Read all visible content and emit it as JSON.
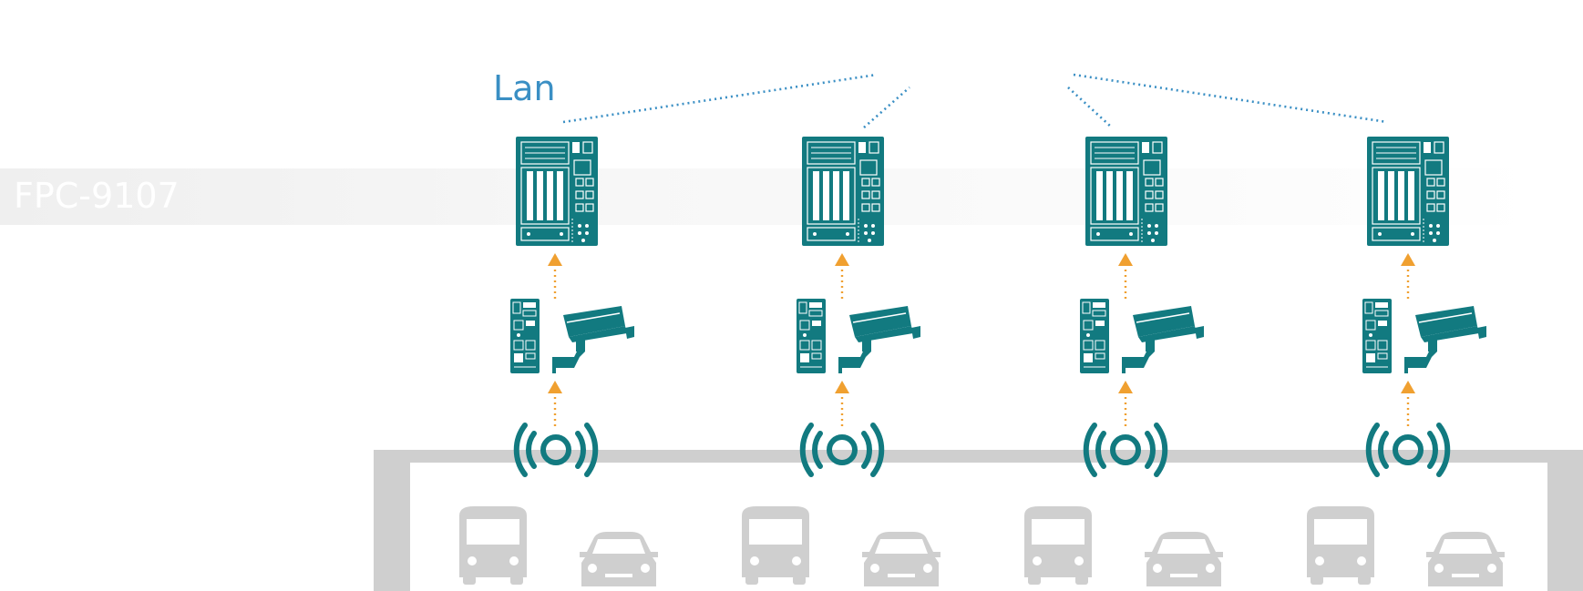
{
  "network_label": "Lan",
  "product_label": "FPC-9107",
  "colors": {
    "device": "#127a80",
    "arrow": "#f0a030",
    "network_dots": "#3a8fc4",
    "road": "#cfcfcf",
    "vehicle": "#cfcfcf"
  },
  "icons": [
    "industrial-pc-icon",
    "edge-box-pc-icon",
    "cctv-camera-icon",
    "wireless-signal-icon",
    "bus-icon",
    "car-icon"
  ],
  "stations": [
    "station-1",
    "station-2",
    "station-3",
    "station-4"
  ]
}
